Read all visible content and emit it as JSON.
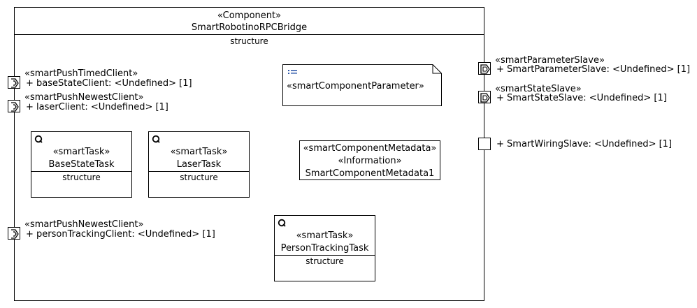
{
  "component": {
    "stereotype": "«Component»",
    "name": "SmartRobotinoRPCBridge",
    "compartment": "structure"
  },
  "ports_left": [
    {
      "stereotype": "«smartPushTimedClient»",
      "signature": "+ baseStateClient: <Undefined> [1]"
    },
    {
      "stereotype": "«smartPushNewestClient»",
      "signature": "+ laserClient: <Undefined> [1]"
    },
    {
      "stereotype": "«smartPushNewestClient»",
      "signature": "+ personTrackingClient: <Undefined> [1]"
    }
  ],
  "ports_right": [
    {
      "stereotype": "«smartParameterSlave»",
      "signature": "+ SmartParameterSlave: <Undefined> [1]"
    },
    {
      "stereotype": "«smartStateSlave»",
      "signature": "+ SmartStateSlave: <Undefined> [1]"
    },
    {
      "stereotype": "",
      "signature": "+ SmartWiringSlave: <Undefined> [1]"
    }
  ],
  "tasks": [
    {
      "stereotype": "«smartTask»",
      "name": "BaseStateTask",
      "compartment": "structure"
    },
    {
      "stereotype": "«smartTask»",
      "name": "LaserTask",
      "compartment": "structure"
    },
    {
      "stereotype": "«smartTask»",
      "name": "PersonTrackingTask",
      "compartment": "structure"
    }
  ],
  "parameter_note": {
    "label": "«smartComponentParameter»"
  },
  "metadata": {
    "stereotype": "«smartComponentMetadata»",
    "keyword": "«Information»",
    "name": "SmartComponentMetadata1"
  },
  "icons": {
    "client_port": "client-port-icon",
    "slave_port": "slave-port-icon",
    "task": "cycle-icon",
    "note": "list-icon"
  }
}
